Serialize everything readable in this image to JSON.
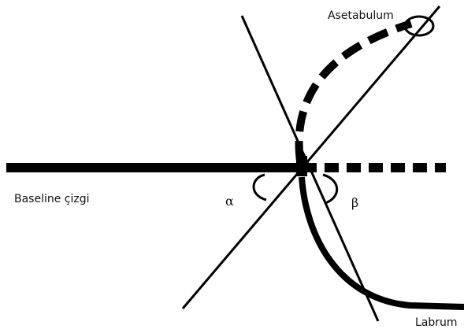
{
  "labels": {
    "acetabulum": "Asetabulum",
    "baseline": "Baseline çizgi",
    "alpha": "α",
    "beta": "β",
    "labrum": "Labrum"
  },
  "colors": {
    "line": "#000000",
    "background": "#ffffff"
  }
}
